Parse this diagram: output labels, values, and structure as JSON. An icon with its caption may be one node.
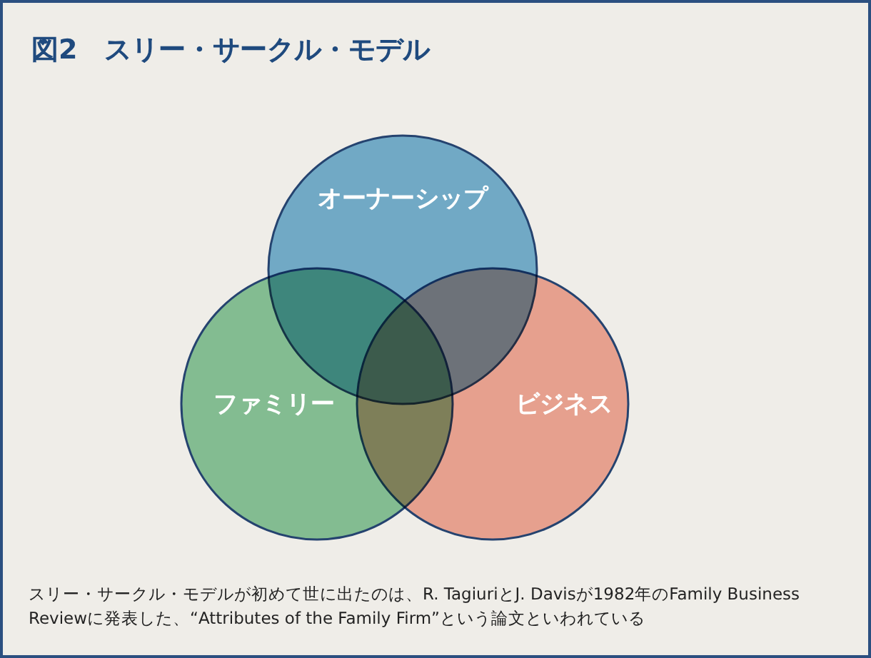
{
  "diagram": {
    "title": "図2　スリー・サークル・モデル",
    "nodes": [
      {
        "text": [
          "オーナーシップ"
        ]
      },
      {
        "text": [
          "ファミリー"
        ]
      },
      {
        "text": [
          "ビジネス"
        ]
      }
    ],
    "caption": "スリー・サークル・モデルが初めて世に出たのは、R. TagiuriとJ. Davisが1982年のFamily Business Reviewに発表した、“Attributes of the Family Firm”という論文といわれている"
  }
}
